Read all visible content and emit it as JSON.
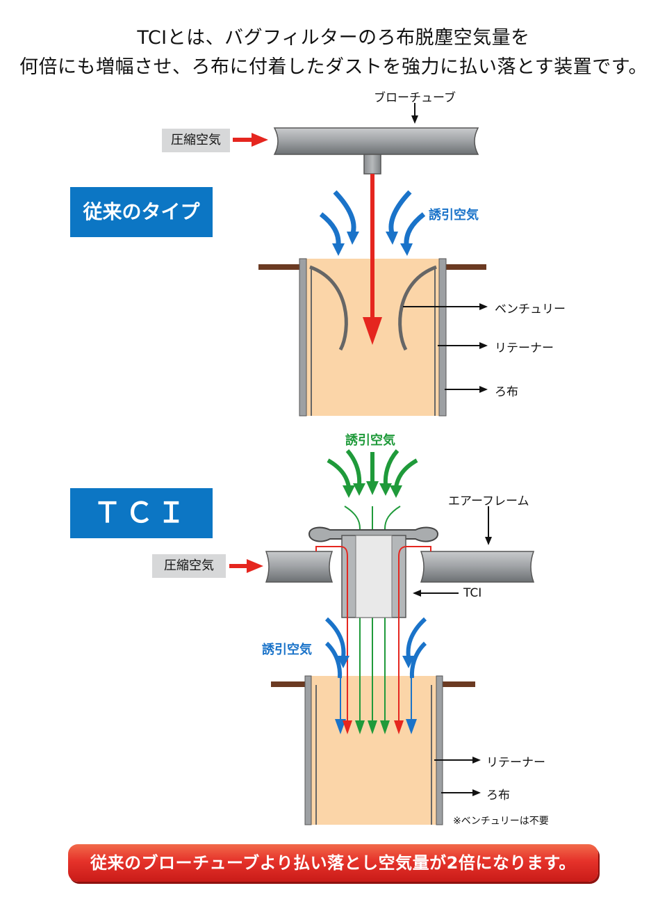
{
  "headline": {
    "line1": "TCIとは、バグフィルターのろ布脱塵空気量を",
    "line2": "何倍にも増幅させ、ろ布に付着したダストを強力に払い落とす装置です。"
  },
  "conventional": {
    "title": "従来のタイプ",
    "blow_tube_label": "ブローチューブ",
    "compressed_air_label": "圧縮空気",
    "induced_air_label": "誘引空気",
    "venturi_label": "ベンチュリー",
    "retainer_label": "リテーナー",
    "filter_cloth_label": "ろ布"
  },
  "tci": {
    "title": "ＴＣＩ",
    "induced_air_top_label": "誘引空気",
    "air_frame_label": "エアーフレーム",
    "compressed_air_label": "圧縮空気",
    "tci_label": "TCI",
    "induced_air_side_label": "誘引空気",
    "retainer_label": "リテーナー",
    "filter_cloth_label": "ろ布",
    "note": "※ベンチュリーは不要"
  },
  "banner": "従来のブローチューブより払い落とし空気量が2倍になります。",
  "colors": {
    "blue_box": "#0c76c4",
    "compressed_air_arrow": "#e5261f",
    "induced_air_blue": "#1a73c9",
    "induced_air_green": "#1f9a3a",
    "filter_fill": "#fbd5a8",
    "banner_red": "#e5322a"
  }
}
